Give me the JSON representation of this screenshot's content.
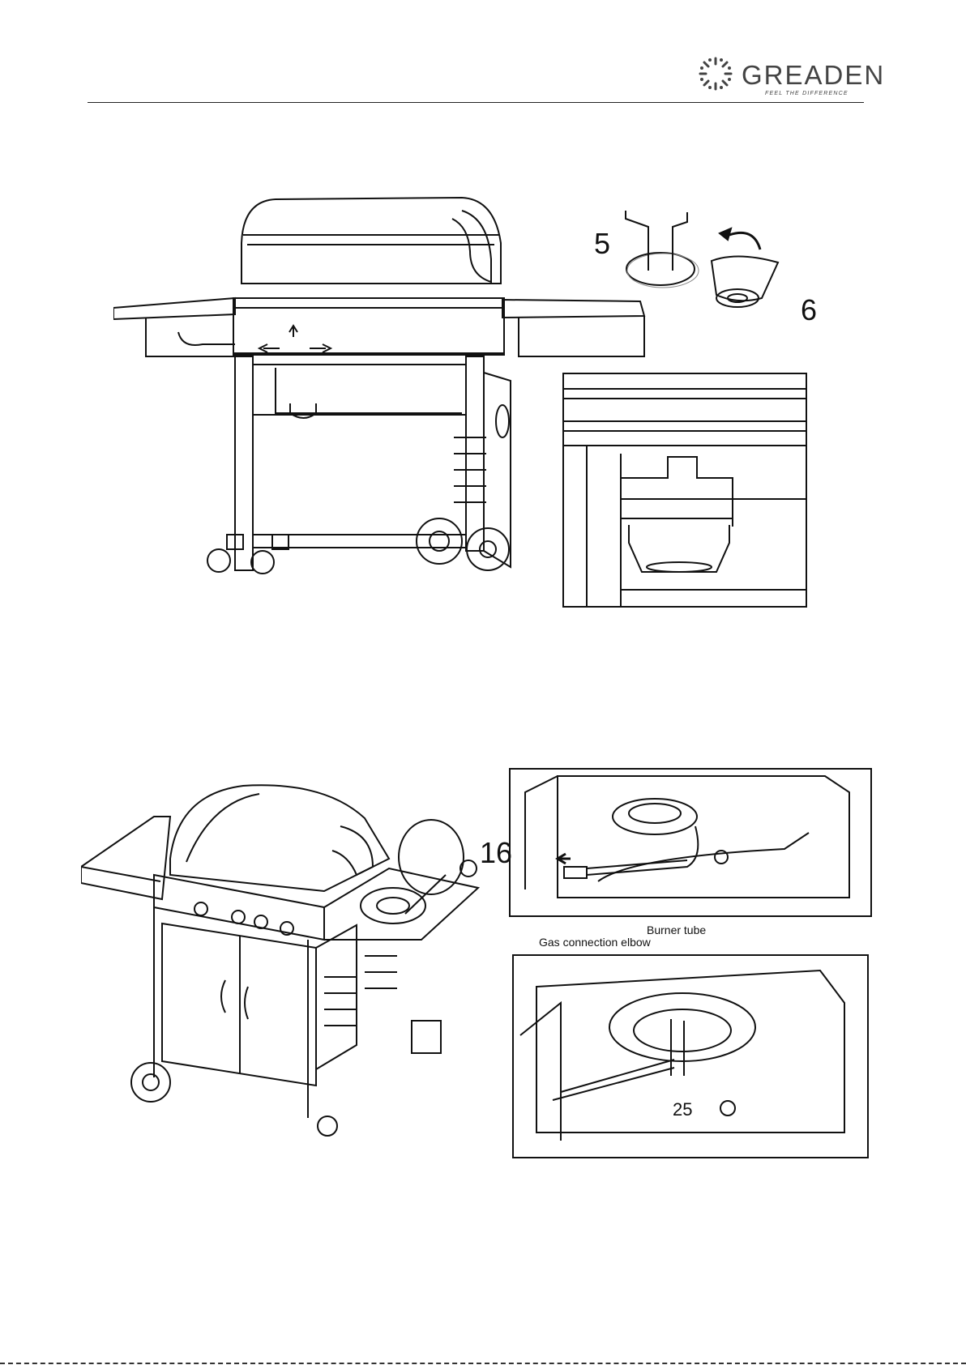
{
  "header": {
    "brand": "GREADEN",
    "tagline": "FEEL THE DIFFERENCE"
  },
  "figure1": {
    "part_labels": [
      "5",
      "6"
    ]
  },
  "figure2": {
    "part_label": "16",
    "detail_top_labels": [
      "Burner tube",
      "Gas connection elbow"
    ],
    "detail_bottom_label": "25"
  }
}
